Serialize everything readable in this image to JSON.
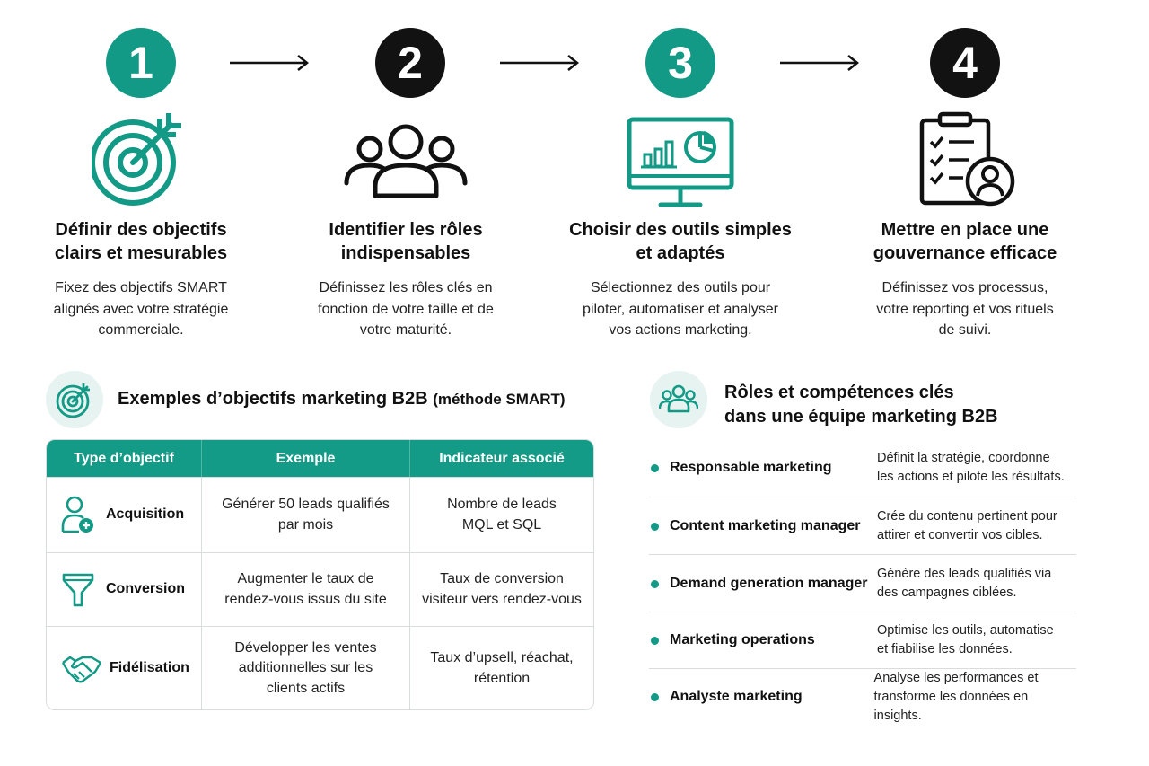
{
  "steps": [
    {
      "num": "1",
      "title_l1": "Définir des objectifs",
      "title_l2": "clairs et mesurables",
      "desc_l1": "Fixez des objectifs SMART",
      "desc_l2": "alignés avec votre stratégie",
      "desc_l3": "commerciale."
    },
    {
      "num": "2",
      "title_l1": "Identifier les rôles",
      "title_l2": "indispensables",
      "desc_l1": "Définissez les rôles clés en",
      "desc_l2": "fonction de votre taille et de",
      "desc_l3": "votre maturité."
    },
    {
      "num": "3",
      "title_l1": "Choisir des outils simples",
      "title_l2": "et adaptés",
      "desc_l1": "Sélectionnez des outils pour",
      "desc_l2": "piloter, automatiser et analyser",
      "desc_l3": "vos actions marketing."
    },
    {
      "num": "4",
      "title_l1": "Mettre en place une",
      "title_l2": "gouvernance efficace",
      "desc_l1": "Définissez vos processus,",
      "desc_l2": "votre reporting et vos rituels",
      "desc_l3": "de suivi."
    }
  ],
  "objectives": {
    "title": "Exemples d’objectifs marketing B2B",
    "title_suffix": "(méthode SMART)",
    "headers": [
      "Type d’objectif",
      "Exemple",
      "Indicateur associé"
    ],
    "rows": [
      {
        "type": "Acquisition",
        "example_l1": "Générer 50 leads qualifiés",
        "example_l2": "par mois",
        "example_l3": "",
        "kpi_l1": "Nombre de leads",
        "kpi_l2": "MQL et SQL"
      },
      {
        "type": "Conversion",
        "example_l1": "Augmenter le taux de",
        "example_l2": "rendez-vous issus du site",
        "example_l3": "",
        "kpi_l1": "Taux de conversion",
        "kpi_l2": "visiteur vers rendez-vous"
      },
      {
        "type": "Fidélisation",
        "example_l1": "Développer les ventes",
        "example_l2": "additionnelles sur les",
        "example_l3": "clients actifs",
        "kpi_l1": "Taux d’upsell, réachat,",
        "kpi_l2": "rétention"
      }
    ]
  },
  "roles": {
    "title_l1": "Rôles et compétences clés",
    "title_l2": "dans une équipe marketing B2B",
    "items": [
      {
        "name": "Responsable marketing",
        "desc_l1": "Définit la stratégie, coordonne",
        "desc_l2": "les actions et pilote les résultats."
      },
      {
        "name": "Content marketing manager",
        "desc_l1": "Crée du contenu pertinent pour",
        "desc_l2": "attirer et convertir vos cibles."
      },
      {
        "name": "Demand generation manager",
        "desc_l1": "Génère des leads qualifiés via",
        "desc_l2": "des campagnes ciblées."
      },
      {
        "name": "Marketing operations",
        "desc_l1": "Optimise les outils, automatise",
        "desc_l2": "et fiabilise les données."
      },
      {
        "name": "Analyste marketing",
        "desc_l1": "Analyse les performances et",
        "desc_l2": "transforme les données en insights."
      }
    ]
  },
  "colors": {
    "accent": "#129a86",
    "dark": "#121212",
    "accent_light": "#e6f3f1"
  },
  "icons": [
    "target-icon",
    "team-icon",
    "dashboard-monitor-icon",
    "checklist-user-icon",
    "user-plus-icon",
    "funnel-icon",
    "handshake-icon"
  ]
}
